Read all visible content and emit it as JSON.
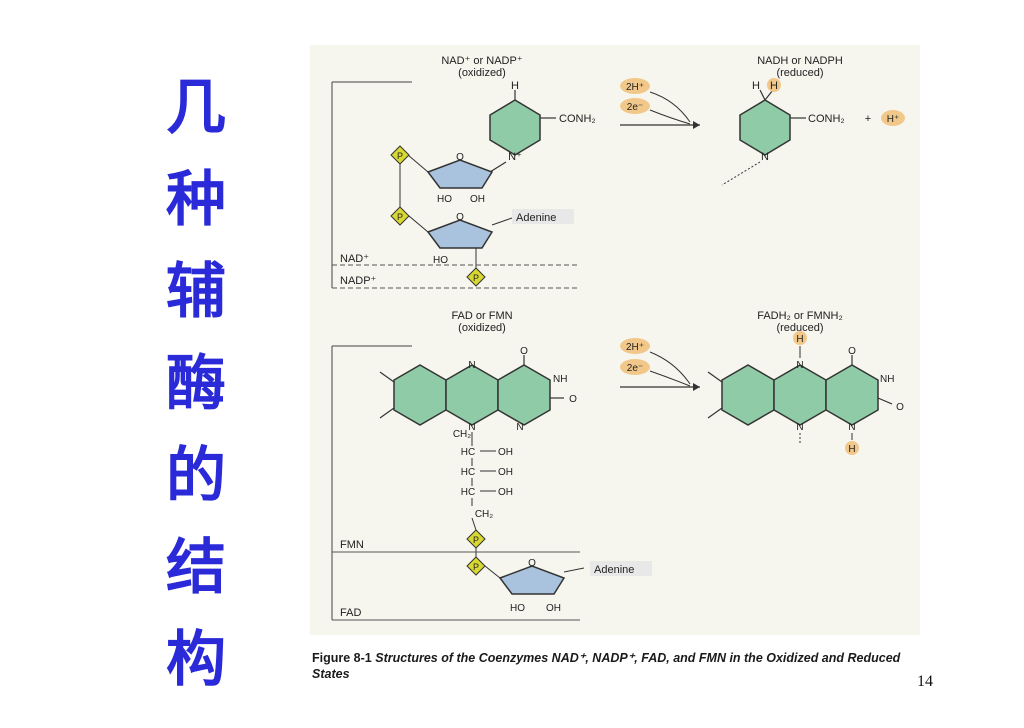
{
  "slide_title_chars": [
    "几",
    "种",
    "辅",
    "酶",
    "的",
    "结",
    "构"
  ],
  "nad": {
    "left_title": "NAD⁺ or NADP⁺",
    "left_sub": "(oxidized)",
    "right_title": "NADH or NADPH",
    "right_sub": "(reduced)",
    "protons": "2H⁺",
    "electrons": "2e⁻",
    "conh2": "CONH₂",
    "h": "H",
    "n_plus": "N⁺",
    "n": "N",
    "o": "O",
    "ho": "HO",
    "oh": "OH",
    "p": "P",
    "adenine": "Adenine",
    "plus": "+",
    "h_plus": "H⁺",
    "nad_label": "NAD⁺",
    "nadp_label": "NADP⁺"
  },
  "fad": {
    "left_title": "FAD or FMN",
    "left_sub": "(oxidized)",
    "right_title": "FADH₂ or FMNH₂",
    "right_sub": "(reduced)",
    "protons": "2H⁺",
    "electrons": "2e⁻",
    "n": "N",
    "nh": "NH",
    "o": "O",
    "h": "H",
    "ch2": "CH₂",
    "hc": "HC",
    "oh": "OH",
    "ho": "HO",
    "p": "P",
    "adenine": "Adenine",
    "fmn_label": "FMN",
    "fad_label": "FAD"
  },
  "caption": {
    "prefix": "Figure 8-1",
    "text": "Structures of the Coenzymes NAD⁺, NADP⁺, FAD, and FMN in the Oxidized and Reduced States"
  },
  "page_number": "14",
  "colors": {
    "title": "#2a2ad8",
    "ring_green": "#8fcba7",
    "sugar_blue": "#a9c2dd",
    "phosphate": "#d8d832",
    "highlight": "#f2c88a"
  }
}
